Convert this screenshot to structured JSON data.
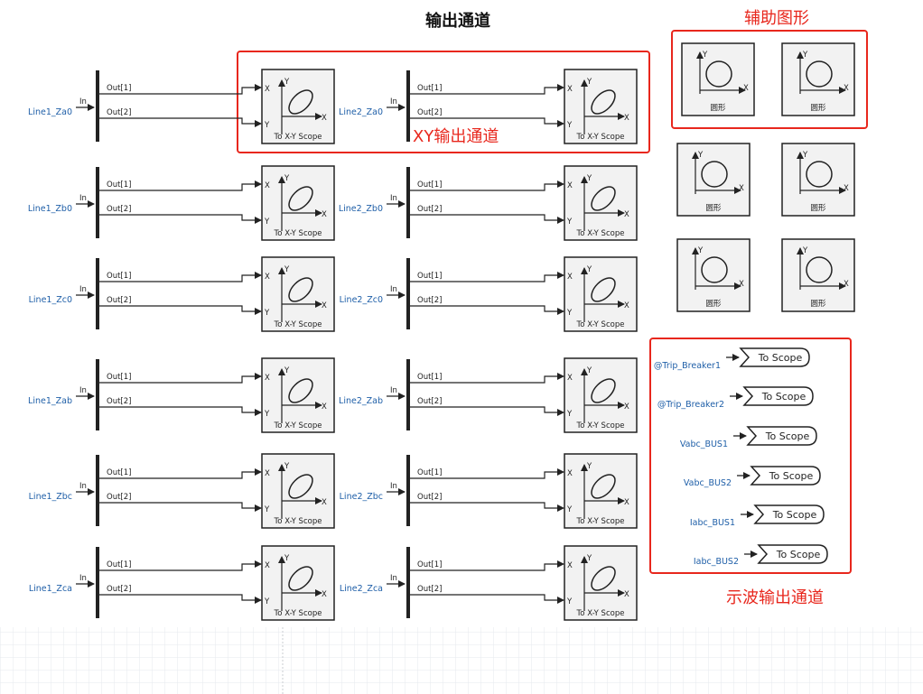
{
  "title": "输出通道",
  "annotations": {
    "xy_channel": "XY输出通道",
    "aux_graphics": "辅助图形",
    "scope_channel": "示波输出通道"
  },
  "demux": {
    "in_port": "In",
    "out_ports": [
      "Out[1]",
      "Out[2]"
    ]
  },
  "xy_scope": {
    "caption": "To X-Y Scope",
    "x_port": "X",
    "y_port": "Y"
  },
  "rows": [
    {
      "left_signal": "Line1_Za0",
      "right_signal": "Line2_Za0"
    },
    {
      "left_signal": "Line1_Zb0",
      "right_signal": "Line2_Zb0"
    },
    {
      "left_signal": "Line1_Zc0",
      "right_signal": "Line2_Zc0"
    },
    {
      "left_signal": "Line1_Zab",
      "right_signal": "Line2_Zab"
    },
    {
      "left_signal": "Line1_Zbc",
      "right_signal": "Line2_Zbc"
    },
    {
      "left_signal": "Line1_Zca",
      "right_signal": "Line2_Zca"
    }
  ],
  "aux_blocks": {
    "caption": "圆形",
    "x_axis": "X",
    "y_axis": "Y",
    "count": 6
  },
  "scope_outputs": [
    {
      "signal": "@Trip_Breaker1",
      "label": "To Scope"
    },
    {
      "signal": "@Trip_Breaker2",
      "label": "To Scope"
    },
    {
      "signal": "Vabc_BUS1",
      "label": "To Scope"
    },
    {
      "signal": "Vabc_BUS2",
      "label": "To Scope"
    },
    {
      "signal": "Iabc_BUS1",
      "label": "To Scope"
    },
    {
      "signal": "Iabc_BUS2",
      "label": "To Scope"
    }
  ],
  "colors": {
    "annotation": "#e8271d",
    "signal_label": "#1f5fa8",
    "block_fill": "#f2f2f2",
    "line": "#222222"
  }
}
